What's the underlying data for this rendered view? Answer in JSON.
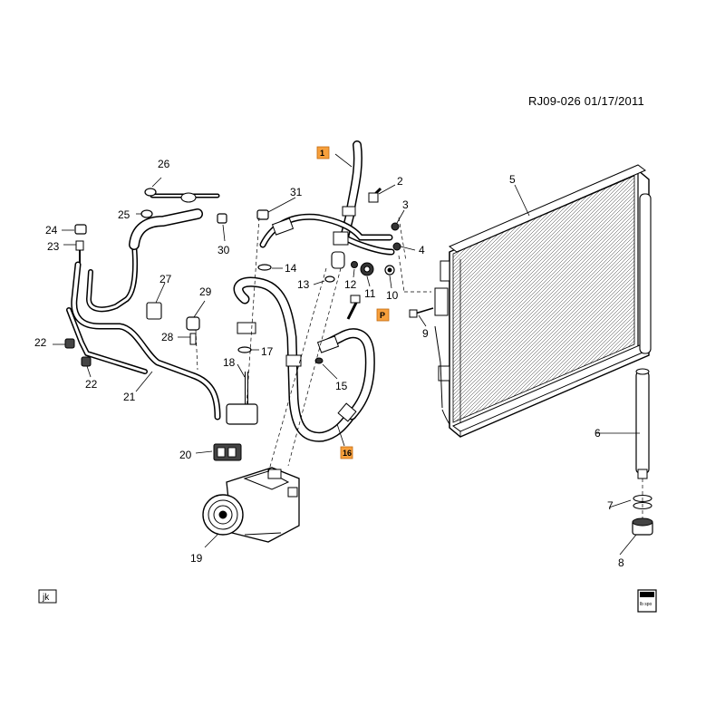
{
  "header": {
    "reference": "RJ09-026  01/17/2011"
  },
  "callouts": [
    {
      "id": "c1",
      "text": "1",
      "highlight": true
    },
    {
      "id": "c2",
      "text": "2"
    },
    {
      "id": "c3",
      "text": "3"
    },
    {
      "id": "c4",
      "text": "4"
    },
    {
      "id": "c5",
      "text": "5"
    },
    {
      "id": "c6",
      "text": "6"
    },
    {
      "id": "c7",
      "text": "7"
    },
    {
      "id": "c8",
      "text": "8"
    },
    {
      "id": "c9",
      "text": "9"
    },
    {
      "id": "c10",
      "text": "10"
    },
    {
      "id": "c11",
      "text": "11"
    },
    {
      "id": "c12",
      "text": "12"
    },
    {
      "id": "c13",
      "text": "13"
    },
    {
      "id": "c14",
      "text": "14"
    },
    {
      "id": "c15",
      "text": "15"
    },
    {
      "id": "c16",
      "text": "16",
      "highlight": true
    },
    {
      "id": "c17",
      "text": "17"
    },
    {
      "id": "c18",
      "text": "18"
    },
    {
      "id": "c19",
      "text": "19"
    },
    {
      "id": "c20",
      "text": "20"
    },
    {
      "id": "c21",
      "text": "21"
    },
    {
      "id": "c22a",
      "text": "22"
    },
    {
      "id": "c22b",
      "text": "22"
    },
    {
      "id": "c23",
      "text": "23"
    },
    {
      "id": "c24",
      "text": "24"
    },
    {
      "id": "c25",
      "text": "25"
    },
    {
      "id": "c26",
      "text": "26"
    },
    {
      "id": "c27",
      "text": "27"
    },
    {
      "id": "c28",
      "text": "28"
    },
    {
      "id": "c29",
      "text": "29"
    },
    {
      "id": "c30",
      "text": "30"
    },
    {
      "id": "c31",
      "text": "31"
    },
    {
      "id": "cP",
      "text": "P",
      "highlight": true
    }
  ],
  "footer": {
    "jk_tag": "jk",
    "doc_icon_label": "lb spo"
  },
  "colors": {
    "highlight": "#f7a03c",
    "line": "#000000",
    "background": "#ffffff"
  }
}
